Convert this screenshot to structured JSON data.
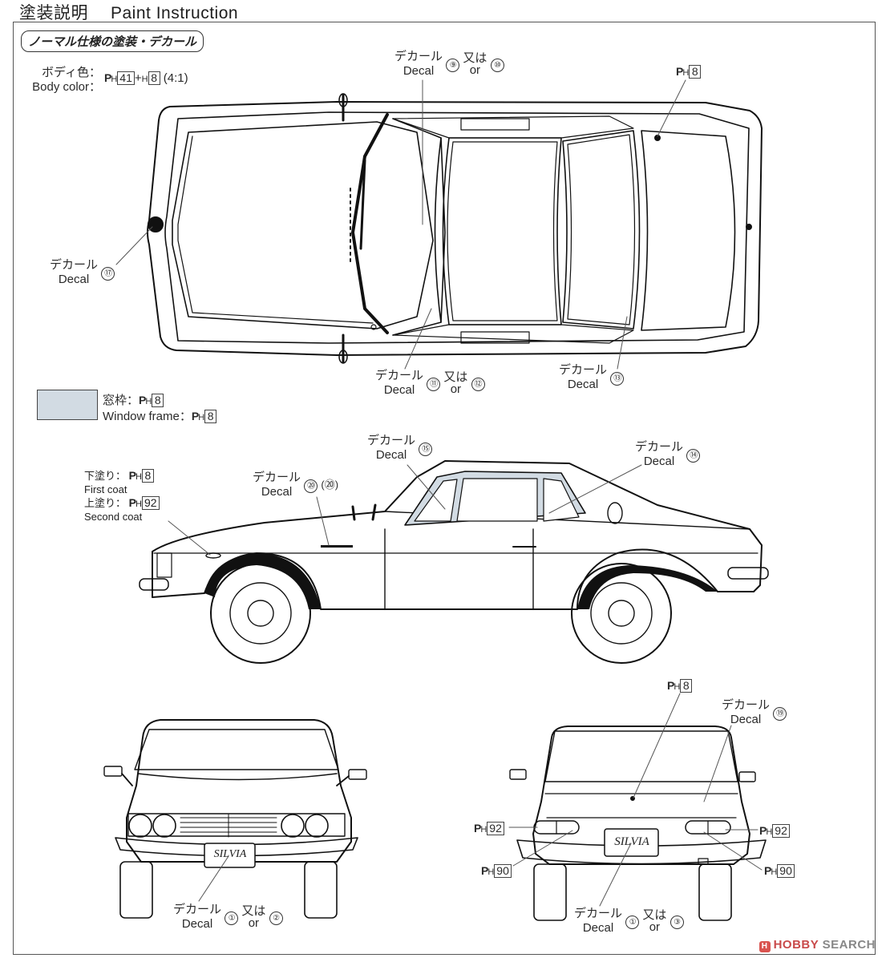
{
  "title": {
    "jp": "塗装説明",
    "en": "Paint Instruction"
  },
  "section_tag": "ノーマル仕様の塗装・デカール",
  "ph_prefix": "P",
  "ph_sub": "H",
  "body_color": {
    "label_jp": "ボディ色：",
    "label_en": "Body color：",
    "color1": "41",
    "plus": "+",
    "sub2": "H",
    "color2": "8",
    "ratio": "(4:1)"
  },
  "window_frame": {
    "swatch_color": "#d2dbe3",
    "label_jp": "窓枠：",
    "label_en": "Window frame：",
    "color": "8"
  },
  "coats": {
    "first_jp": "下塗り：",
    "first_color": "8",
    "first_en": "First coat",
    "second_jp": "上塗り：",
    "second_color": "92",
    "second_en": "Second coat"
  },
  "decal_jp": "デカール",
  "decal_en": "Decal",
  "or_jp": "又は",
  "or_en": "or",
  "callouts": {
    "top_roof": {
      "num": "⑨",
      "alt": "⑩"
    },
    "top_rear_ph": "8",
    "top_hood": {
      "num": "⑰"
    },
    "top_left_pillar": {
      "num": "⑪",
      "alt": "⑫"
    },
    "top_right_pillar": {
      "num": "⑬"
    },
    "side_badge": {
      "num": "⑳",
      "extra": "(⑳)"
    },
    "side_front_window": {
      "num": "⑮"
    },
    "side_rear_window": {
      "num": "⑭"
    },
    "front_plate": {
      "num": "①",
      "alt": "②"
    },
    "rear_plate": {
      "num": "①",
      "alt": "③"
    },
    "rear_trunk_ph": "8",
    "rear_trunk_decal": {
      "num": "⑲"
    },
    "rear_left_outer": "92",
    "rear_left_inner": "90",
    "rear_right_outer": "92",
    "rear_right_inner": "90"
  },
  "plate_text": "SILVIA",
  "watermark": {
    "logo": "H",
    "brand1": "HOBBY",
    "brand2": " SEARCH"
  }
}
